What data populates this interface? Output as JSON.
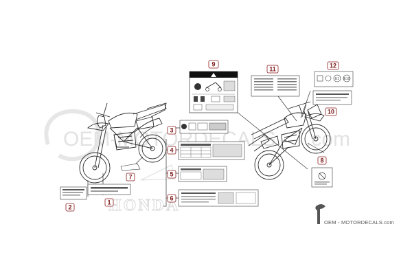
{
  "diagram": {
    "watermark_text": "OEM-MOTORDECALS",
    "watermark_domain": ".com",
    "brand_text": "HONDA",
    "footer_text": "OEM - MOTORDECALS.com",
    "callouts": [
      {
        "id": "c1",
        "label": "1"
      },
      {
        "id": "c2",
        "label": "2"
      },
      {
        "id": "c3",
        "label": "3"
      },
      {
        "id": "c4",
        "label": "4"
      },
      {
        "id": "c5",
        "label": "5"
      },
      {
        "id": "c6",
        "label": "6"
      },
      {
        "id": "c7",
        "label": "7"
      },
      {
        "id": "c8",
        "label": "8"
      },
      {
        "id": "c9",
        "label": "9"
      },
      {
        "id": "c10",
        "label": "10"
      },
      {
        "id": "c11",
        "label": "11"
      },
      {
        "id": "c12",
        "label": "12"
      }
    ],
    "label12_marks": [
      "E1",
      "E10"
    ],
    "colors": {
      "callout_border": "#8b1a1a",
      "callout_text": "#7a1616",
      "line": "#333333",
      "watermark": "#e2e2e2"
    }
  }
}
